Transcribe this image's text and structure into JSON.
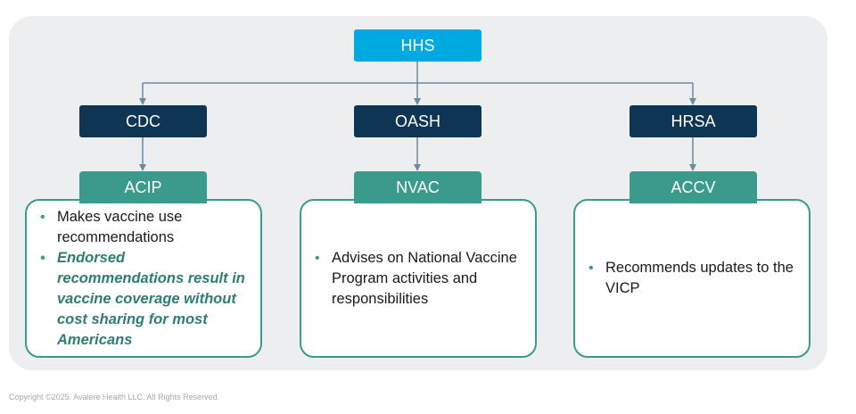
{
  "top": {
    "label": "HHS"
  },
  "agencies": [
    {
      "label": "CDC"
    },
    {
      "label": "OASH"
    },
    {
      "label": "HRSA"
    }
  ],
  "committees": [
    {
      "label": "ACIP",
      "bullets": [
        {
          "text": "Makes vaccine use recommendations",
          "emphasis": false
        },
        {
          "text": "Endorsed recommendations result in vaccine coverage without cost sharing for most Americans",
          "emphasis": true
        }
      ]
    },
    {
      "label": "NVAC",
      "bullets": [
        {
          "text": "Advises on National Vaccine Program activities and responsibilities",
          "emphasis": false
        }
      ]
    },
    {
      "label": "ACCV",
      "bullets": [
        {
          "text": "Recommends updates to the VICP",
          "emphasis": false
        }
      ]
    }
  ],
  "footer": "Copyright ©2025. Avalere Health LLC. All Rights Reserved.",
  "colors": {
    "top_box": "#00a9e0",
    "agency_box": "#0f3554",
    "committee_accent": "#3a9b8c",
    "emphasis_text": "#2e7d75",
    "connector": "#6b8a9e",
    "panel": "#eceef0"
  }
}
